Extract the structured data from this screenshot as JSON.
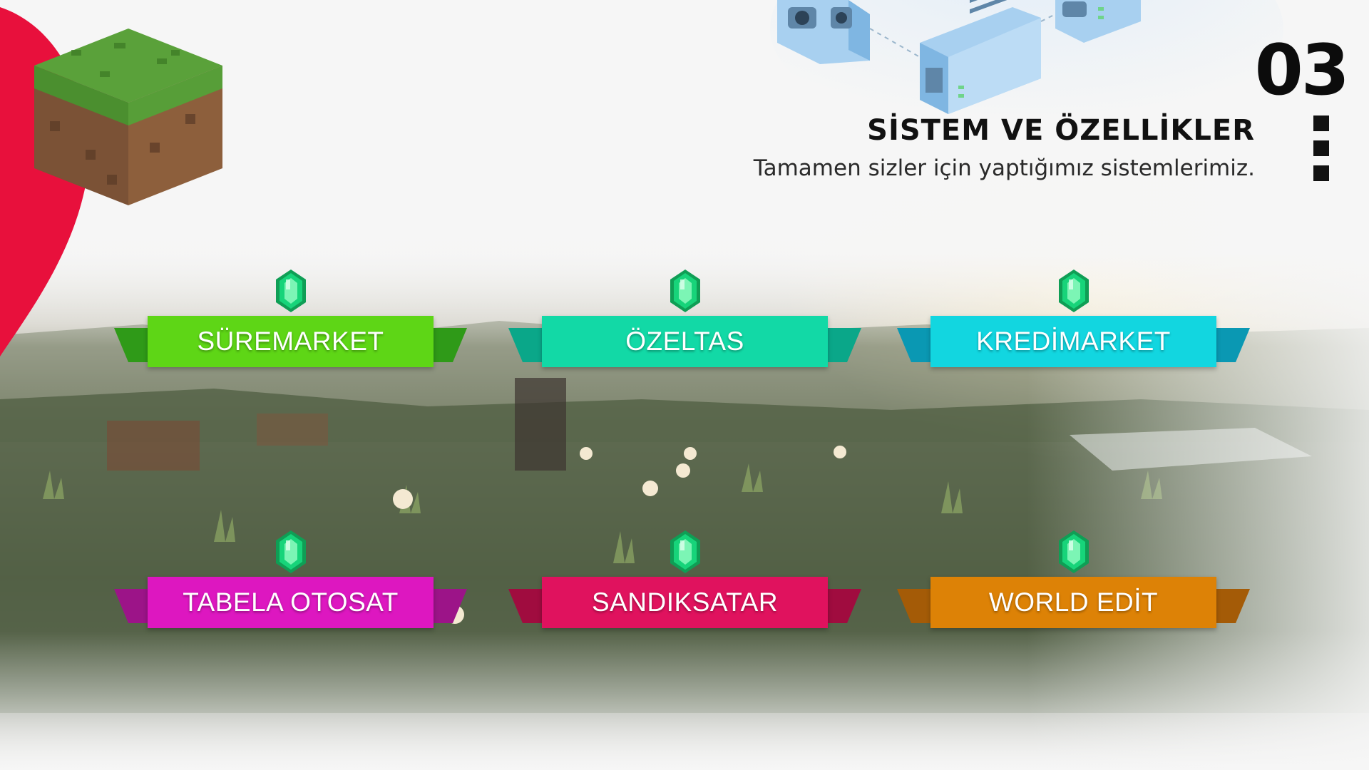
{
  "header": {
    "number": "03",
    "title": "SİSTEM VE ÖZELLİKLER",
    "subtitle": "Tamamen sizler için yaptığımız sistemlerimiz."
  },
  "features": [
    {
      "label": "SÜREMARKET",
      "color": "#5ed616",
      "wing": "#2f9a18"
    },
    {
      "label": "ÖZELTAS",
      "color": "#12d9a6",
      "wing": "#0aa789"
    },
    {
      "label": "KREDİMARKET",
      "color": "#12d6e0",
      "wing": "#0a98b3"
    },
    {
      "label": "TABELA OTOSAT",
      "color": "#dd17c0",
      "wing": "#9c1488"
    },
    {
      "label": "SANDIKSATAR",
      "color": "#e0125e",
      "wing": "#a00c3f"
    },
    {
      "label": "WORLD EDİT",
      "color": "#dd8206",
      "wing": "#a45b07"
    }
  ],
  "colors": {
    "accent_red": "#e8103c",
    "emerald": "#17d47a"
  },
  "icons": [
    "grass-block-icon",
    "emerald-icon",
    "server-icon"
  ]
}
